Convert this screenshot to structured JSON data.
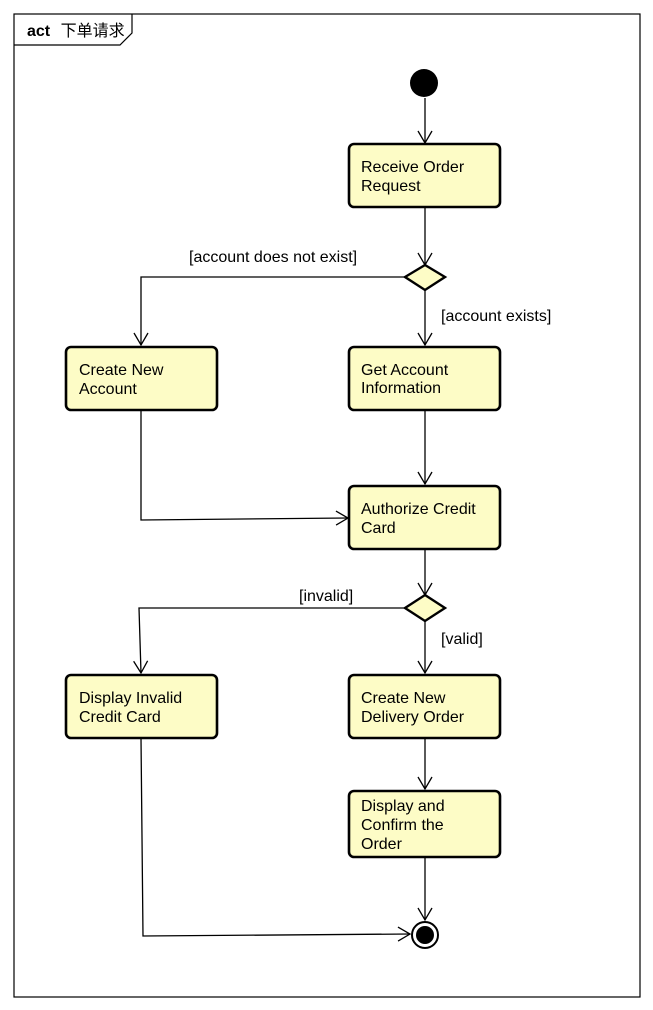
{
  "frame": {
    "keyword": "act",
    "name": "下单请求"
  },
  "actions": {
    "receive_order": [
      "Receive Order",
      "Request"
    ],
    "create_account": [
      "Create New",
      "Account"
    ],
    "get_account": [
      "Get Account",
      "Information"
    ],
    "authorize_card": [
      "Authorize Credit",
      "Card"
    ],
    "display_invalid": [
      "Display Invalid",
      "Credit Card"
    ],
    "create_delivery": [
      "Create New",
      "Delivery Order"
    ],
    "display_confirm": [
      "Display and",
      "Confirm the",
      "Order"
    ]
  },
  "guards": {
    "account_not_exist": "[account does not exist]",
    "account_exists": "[account exists]",
    "invalid": "[invalid]",
    "valid": "[valid]"
  },
  "colors": {
    "action_fill": "#fdfcc6",
    "stroke": "#000000"
  }
}
